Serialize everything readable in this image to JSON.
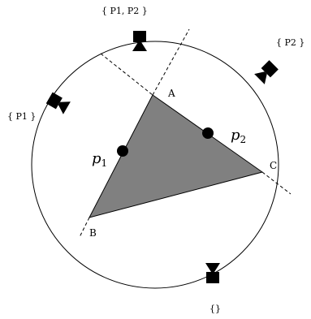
{
  "vertices": {
    "a": "A",
    "b": "B",
    "c": "C"
  },
  "points": {
    "p1": {
      "base": "p",
      "sub": "1"
    },
    "p2": {
      "base": "p",
      "sub": "2"
    }
  },
  "cameras": {
    "top": {
      "label": "{ P1, P2 }",
      "icon": "camera-icon"
    },
    "top_right": {
      "label": "{ P2 }",
      "icon": "camera-icon"
    },
    "left": {
      "label": "{ P1 }",
      "icon": "camera-icon"
    },
    "bottom": {
      "label": "{}",
      "icon": "camera-icon"
    }
  },
  "colors": {
    "triangle_fill": "#808080",
    "stroke": "#000000",
    "background": "#ffffff"
  }
}
